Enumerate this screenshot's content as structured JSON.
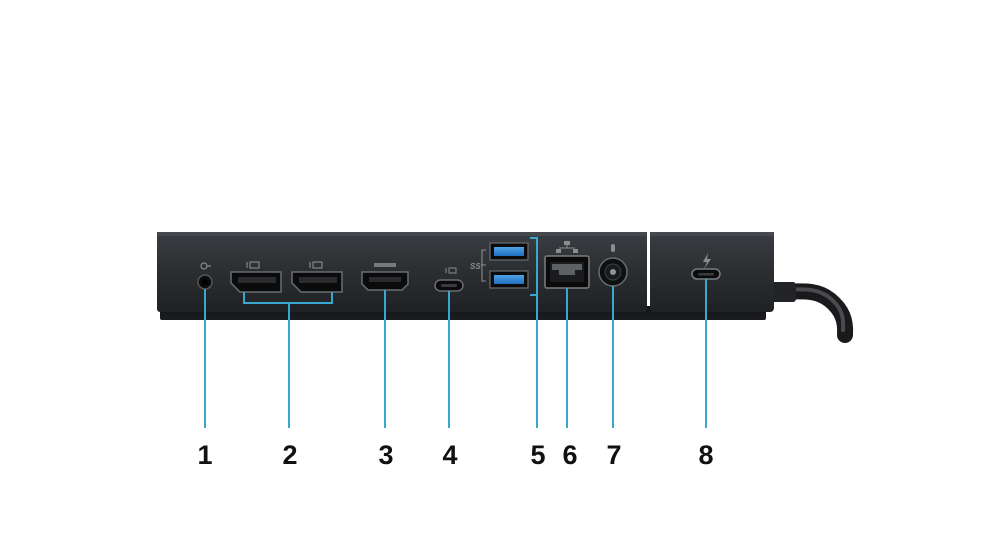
{
  "diagram": {
    "accent_color": "#3aa7cf",
    "ports": [
      {
        "number": "1",
        "icon": "headset-icon",
        "description": "audio jack"
      },
      {
        "number": "2",
        "icon": "displayport-icon",
        "description": "DisplayPort x2"
      },
      {
        "number": "3",
        "icon": "hdmi-icon",
        "description": "HDMI port"
      },
      {
        "number": "4",
        "icon": "displayport-icon",
        "description": "USB-C port"
      },
      {
        "number": "5",
        "icon": "usb-ss-icon",
        "description": "USB 3 ports x2"
      },
      {
        "number": "6",
        "icon": "network-icon",
        "description": "Ethernet port"
      },
      {
        "number": "7",
        "icon": "power-icon",
        "description": "power connector"
      },
      {
        "number": "8",
        "icon": "thunderbolt-icon",
        "description": "USB-C cable connector"
      }
    ]
  }
}
